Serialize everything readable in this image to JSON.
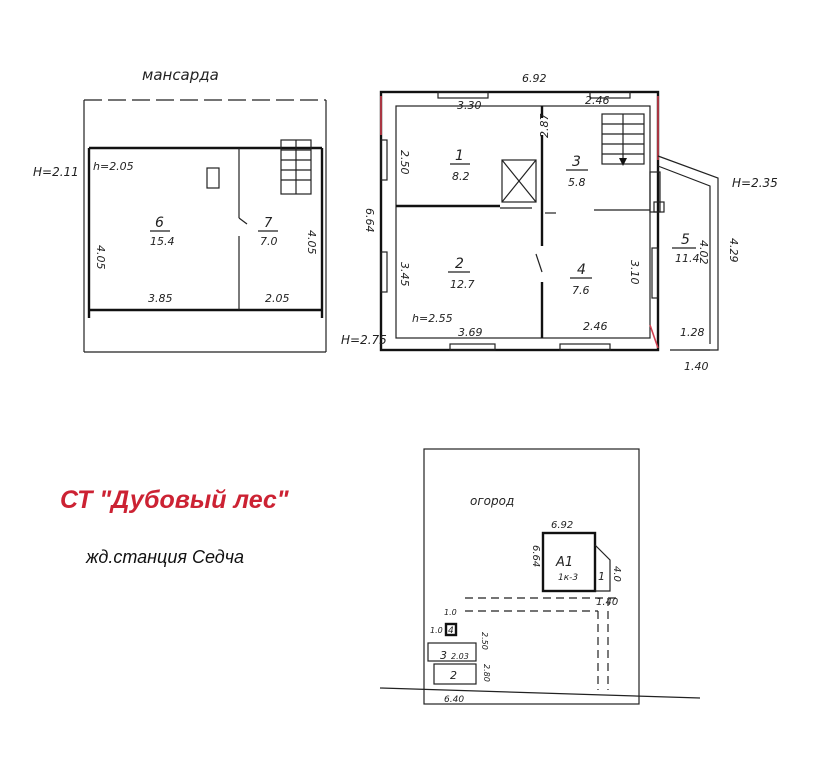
{
  "title": "СТ \"Дубовый лес\"",
  "subtitle": "жд.станция Седча",
  "attic": {
    "label": "мансарда",
    "height_outer": "H=2.11",
    "height_inner": "h=2.05",
    "room6": {
      "num": "6",
      "area": "15.4"
    },
    "room7": {
      "num": "7",
      "area": "7.0"
    },
    "dims": {
      "left": "4.05",
      "right": "4.05",
      "bottom1": "3.85",
      "bottom2": "2.05"
    }
  },
  "ground": {
    "height_outer": "H=2.75",
    "height_inner": "h=2.55",
    "room1": {
      "num": "1",
      "area": "8.2"
    },
    "room2": {
      "num": "2",
      "area": "12.7"
    },
    "room3": {
      "num": "3",
      "area": "5.8"
    },
    "room4": {
      "num": "4",
      "area": "7.6"
    },
    "room5": {
      "num": "5",
      "area": "11.4"
    },
    "veranda_height": "H=2.35",
    "dims": {
      "top_total": "6.92",
      "top1": "3.30",
      "top2": "2.46",
      "left_total": "6.64",
      "left1": "2.50",
      "left2": "3.45",
      "bottom1": "3.69",
      "bottom2": "2.46",
      "inner_v": "2.87",
      "right_inner": "3.10",
      "veranda_in": "4.02",
      "veranda_out": "4.29",
      "veranda_bottom1": "1.28",
      "veranda_bottom2": "1.40"
    }
  },
  "site": {
    "garden": "огород",
    "house": {
      "label": "А1",
      "sub": "1к-3",
      "width": "6.92",
      "height": "6.64"
    },
    "veranda": {
      "label": "1",
      "dim": "4.0"
    },
    "veranda_width": "1.40",
    "small": {
      "label": "4",
      "dim_top": "1.0",
      "dim_left": "1.0"
    },
    "shed3": {
      "label": "3",
      "sub": "2.03",
      "dim_right": "2.50"
    },
    "shed2": {
      "label": "2",
      "dim_right": "2.80"
    },
    "bottom_width": "6.40"
  }
}
